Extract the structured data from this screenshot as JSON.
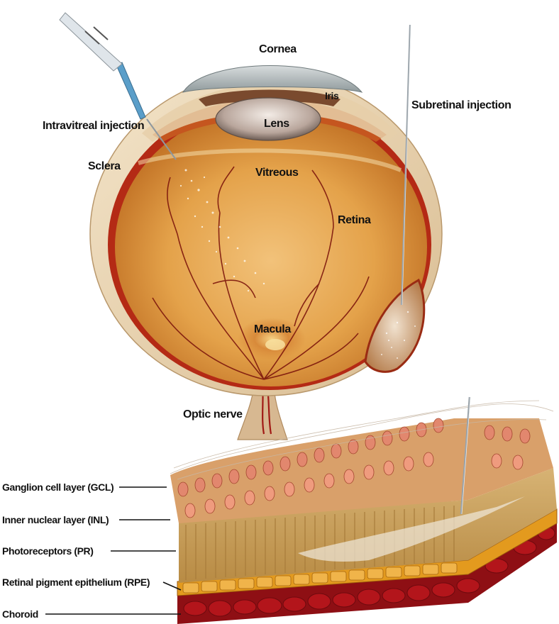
{
  "labels": {
    "cornea": "Cornea",
    "iris": "Iris",
    "lens": "Lens",
    "subretinal_injection": "Subretinal injection",
    "intravitreal_injection": "Intravitreal injection",
    "sclera": "Sclera",
    "vitreous": "Vitreous",
    "retina": "Retina",
    "macula": "Macula",
    "optic_nerve": "Optic nerve"
  },
  "layers": {
    "gcl": "Ganglion cell layer (GCL)",
    "inl": "Inner nuclear layer (INL)",
    "pr": "Photoreceptors (PR)",
    "rpe": "Retinal pigment epithelium (RPE)",
    "choroid": "Choroid"
  },
  "colors": {
    "sclera": "#e9d3b0",
    "retina_interior": "#d9932e",
    "vessel": "#8a1d10",
    "choroid_red": "#a3141a",
    "rpe_orange": "#e39a1e",
    "photoreceptor": "#e2c28a",
    "ganglion_pink": "#e2876e",
    "needle": "#9aa3aa",
    "syringe_blue": "#5a9ec9"
  }
}
